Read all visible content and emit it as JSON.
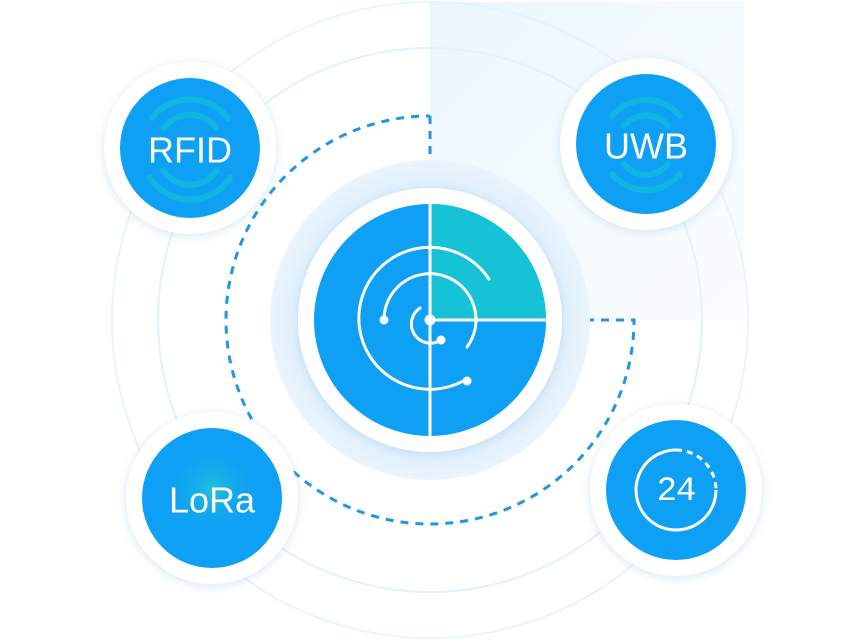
{
  "nodes": {
    "rfid": {
      "label": "RFID",
      "icon": "rfid-signal-icon"
    },
    "uwb": {
      "label": "UWB",
      "icon": "uwb-signal-icon"
    },
    "lora": {
      "label": "LoRa",
      "icon": "lora-signal-icon"
    },
    "clock": {
      "label": "24",
      "icon": "24-hour-clock-icon"
    }
  },
  "center": {
    "icon": "radar-icon"
  },
  "colors": {
    "primary": "#0ea0f5",
    "accent": "#16c3d6",
    "ring": "#e3f0fb",
    "halo": "#d9ecfb",
    "dashed": "#1f97e4",
    "white": "#ffffff"
  }
}
